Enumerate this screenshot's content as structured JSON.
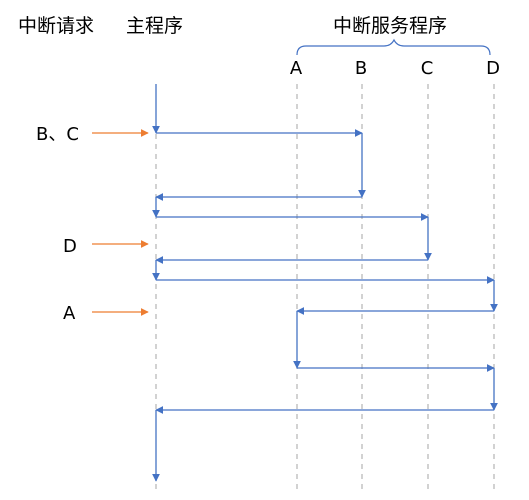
{
  "headers": {
    "requests": "中断请求",
    "main": "主程序",
    "isr": "中断服务程序"
  },
  "isr_columns": [
    "A",
    "B",
    "C",
    "D"
  ],
  "request_labels": [
    "B、C",
    "D",
    "A"
  ],
  "colors": {
    "flow": "#4472C4",
    "request_arrow": "#ED7D31",
    "timeline": "#A6A6A6",
    "text": "#000000"
  }
}
